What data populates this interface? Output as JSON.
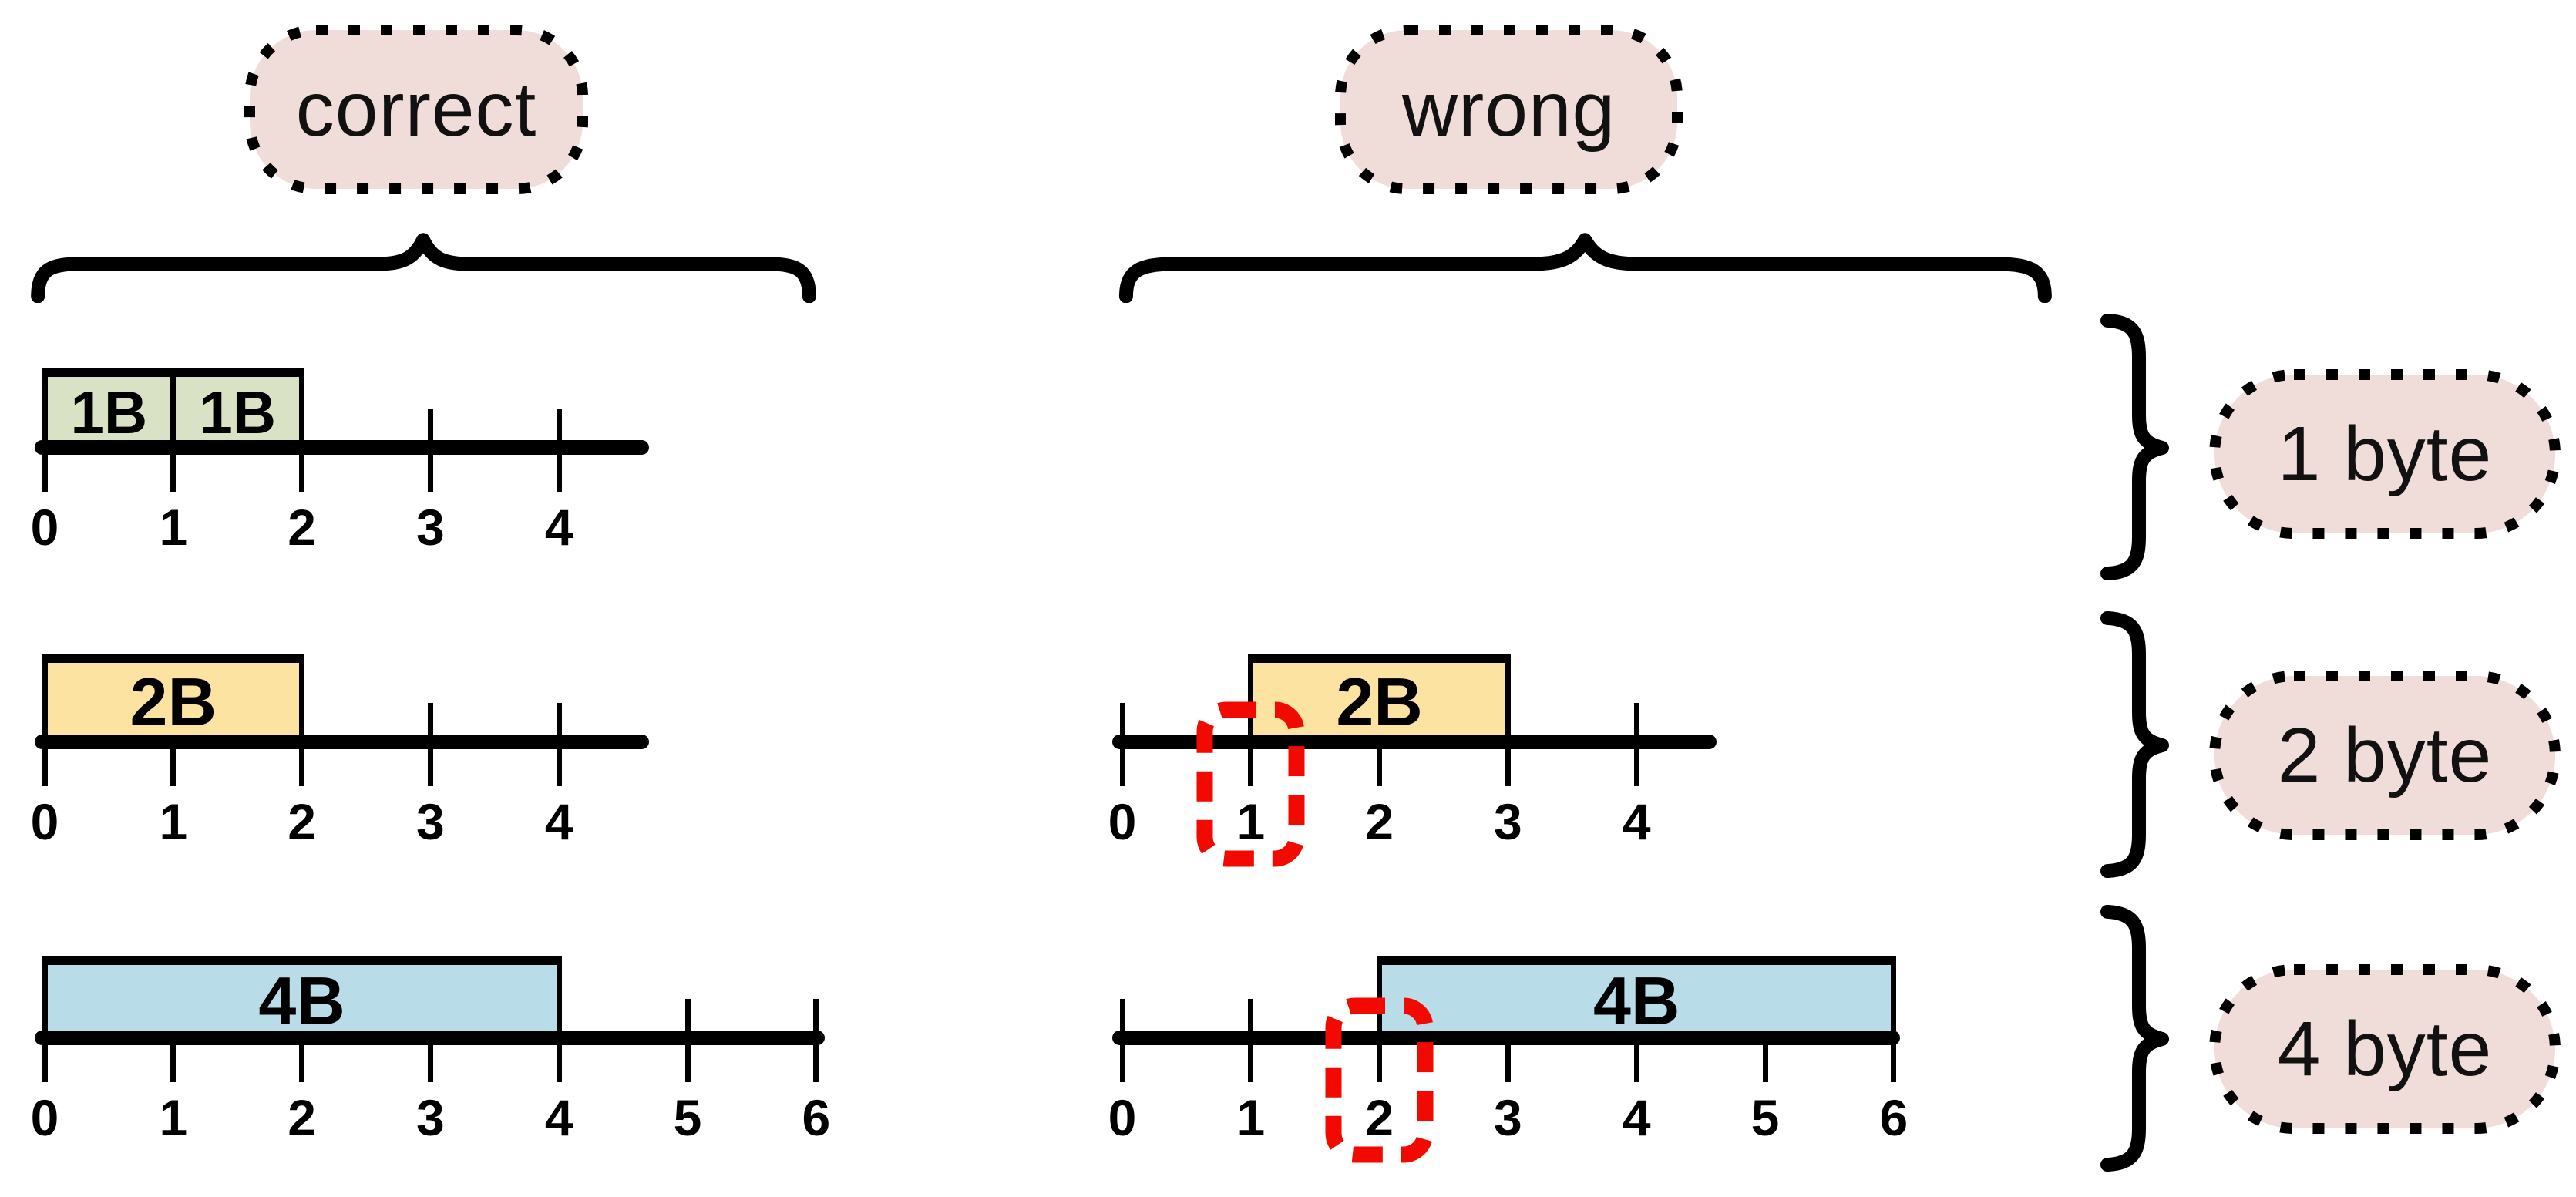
{
  "headers": {
    "correct": "correct",
    "wrong": "wrong"
  },
  "size_labels": [
    {
      "label": "1 byte"
    },
    {
      "label": "2 byte"
    },
    {
      "label": "4 byte"
    }
  ],
  "colors": {
    "pill_fill": "#f0dcd9",
    "box_green": "#d9e2c4",
    "box_yellow": "#fce3a1",
    "box_blue": "#b9dce9",
    "line_black": "#000000",
    "violation_red": "#f20a00"
  },
  "numberlines": [
    {
      "column": "correct",
      "row": 0,
      "ticks": [
        "0",
        "1",
        "2",
        "3",
        "4"
      ],
      "line_end_units": 4.7,
      "boxes": [
        {
          "label": "1B",
          "from": 0,
          "to": 1,
          "color_key": "box_green"
        },
        {
          "label": "1B",
          "from": 1,
          "to": 2,
          "color_key": "box_green"
        }
      ],
      "violation_tick": null
    },
    {
      "column": "correct",
      "row": 1,
      "ticks": [
        "0",
        "1",
        "2",
        "3",
        "4"
      ],
      "line_end_units": 4.7,
      "boxes": [
        {
          "label": "2B",
          "from": 0,
          "to": 2,
          "color_key": "box_yellow"
        }
      ],
      "violation_tick": null
    },
    {
      "column": "correct",
      "row": 2,
      "ticks": [
        "0",
        "1",
        "2",
        "3",
        "4",
        "5",
        "6"
      ],
      "line_end_units": 6.07,
      "boxes": [
        {
          "label": "4B",
          "from": 0,
          "to": 4,
          "color_key": "box_blue"
        }
      ],
      "violation_tick": null
    },
    {
      "column": "wrong",
      "row": 1,
      "ticks": [
        "0",
        "1",
        "2",
        "3",
        "4"
      ],
      "line_end_units": 4.62,
      "boxes": [
        {
          "label": "2B",
          "from": 1,
          "to": 3,
          "color_key": "box_yellow"
        }
      ],
      "violation_tick": 1
    },
    {
      "column": "wrong",
      "row": 2,
      "ticks": [
        "0",
        "1",
        "2",
        "3",
        "4",
        "5",
        "6"
      ],
      "line_end_units": 6.05,
      "boxes": [
        {
          "label": "4B",
          "from": 2,
          "to": 6,
          "color_key": "box_blue"
        }
      ],
      "violation_tick": 2
    }
  ]
}
